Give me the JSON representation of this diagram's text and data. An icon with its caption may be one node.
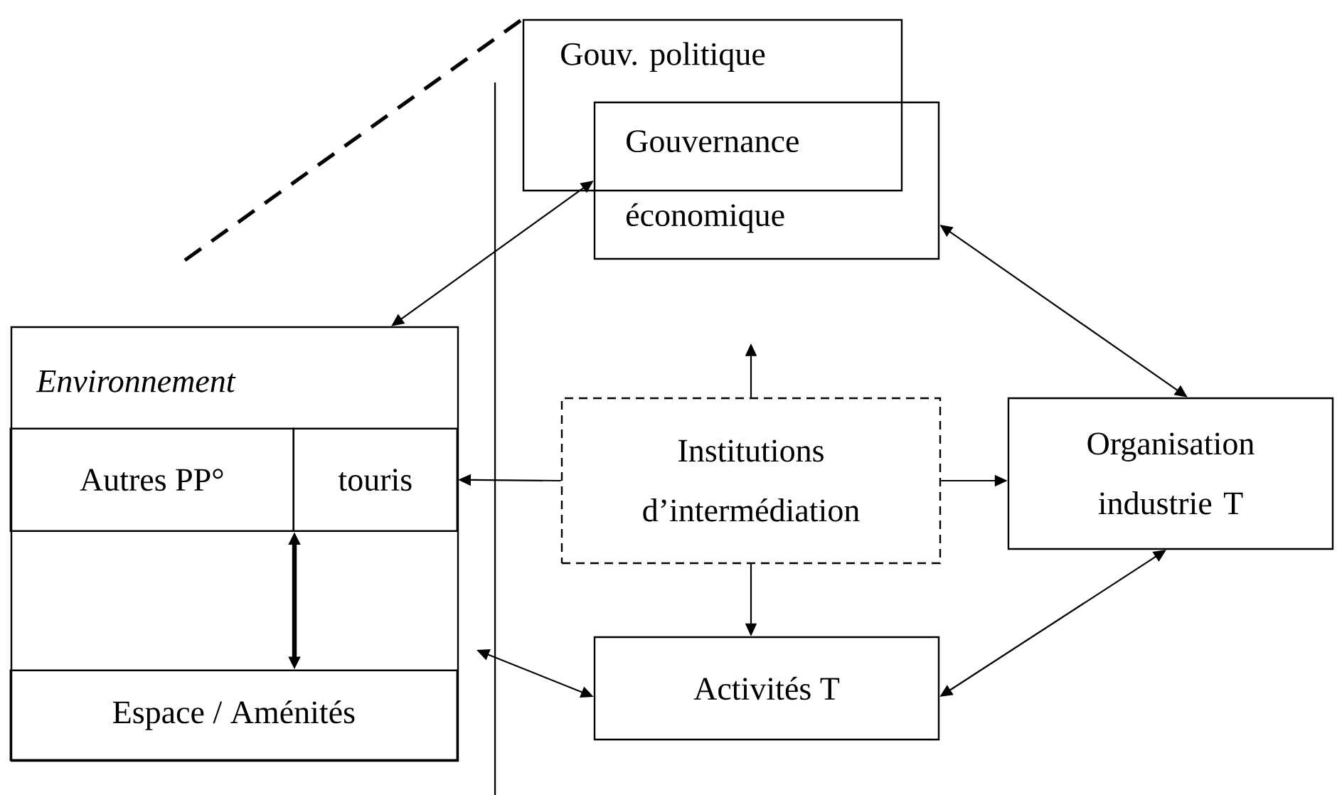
{
  "diagram": {
    "nodes": [
      {
        "text": [
          "Gouv. politique"
        ]
      },
      {
        "text": [
          "Gouvernance économique"
        ]
      },
      {
        "text": [
          "Environnement"
        ]
      },
      {
        "text": [
          "Autres PP°"
        ],
        "in": 2
      },
      {
        "text": [
          "touris"
        ],
        "in": 2
      },
      {
        "text": [
          "Espace / Aménités"
        ],
        "in": 2
      },
      {
        "text": [
          "Institutions d’intermédiation"
        ]
      },
      {
        "text": [
          "Organisation industrie T"
        ]
      },
      {
        "text": [
          "Activités T"
        ]
      }
    ],
    "edges": [
      {
        "from": 1,
        "to": 2,
        "arrow": "both"
      },
      {
        "from": 1,
        "to": 7,
        "arrow": "both"
      },
      {
        "from": 6,
        "to": null,
        "arrow": "to"
      },
      {
        "from": 6,
        "to": 4,
        "arrow": "to"
      },
      {
        "from": 6,
        "to": 7,
        "arrow": "to"
      },
      {
        "from": 6,
        "to": 8,
        "arrow": "to"
      },
      {
        "from": null,
        "to": 8,
        "arrow": "both"
      },
      {
        "from": 8,
        "to": 7,
        "arrow": "both"
      },
      {
        "from": 3,
        "to": 5,
        "arrow": "both",
        "style": "thick"
      },
      {
        "from": null,
        "to": 0,
        "arrow": "none",
        "style": "dashed"
      }
    ]
  }
}
